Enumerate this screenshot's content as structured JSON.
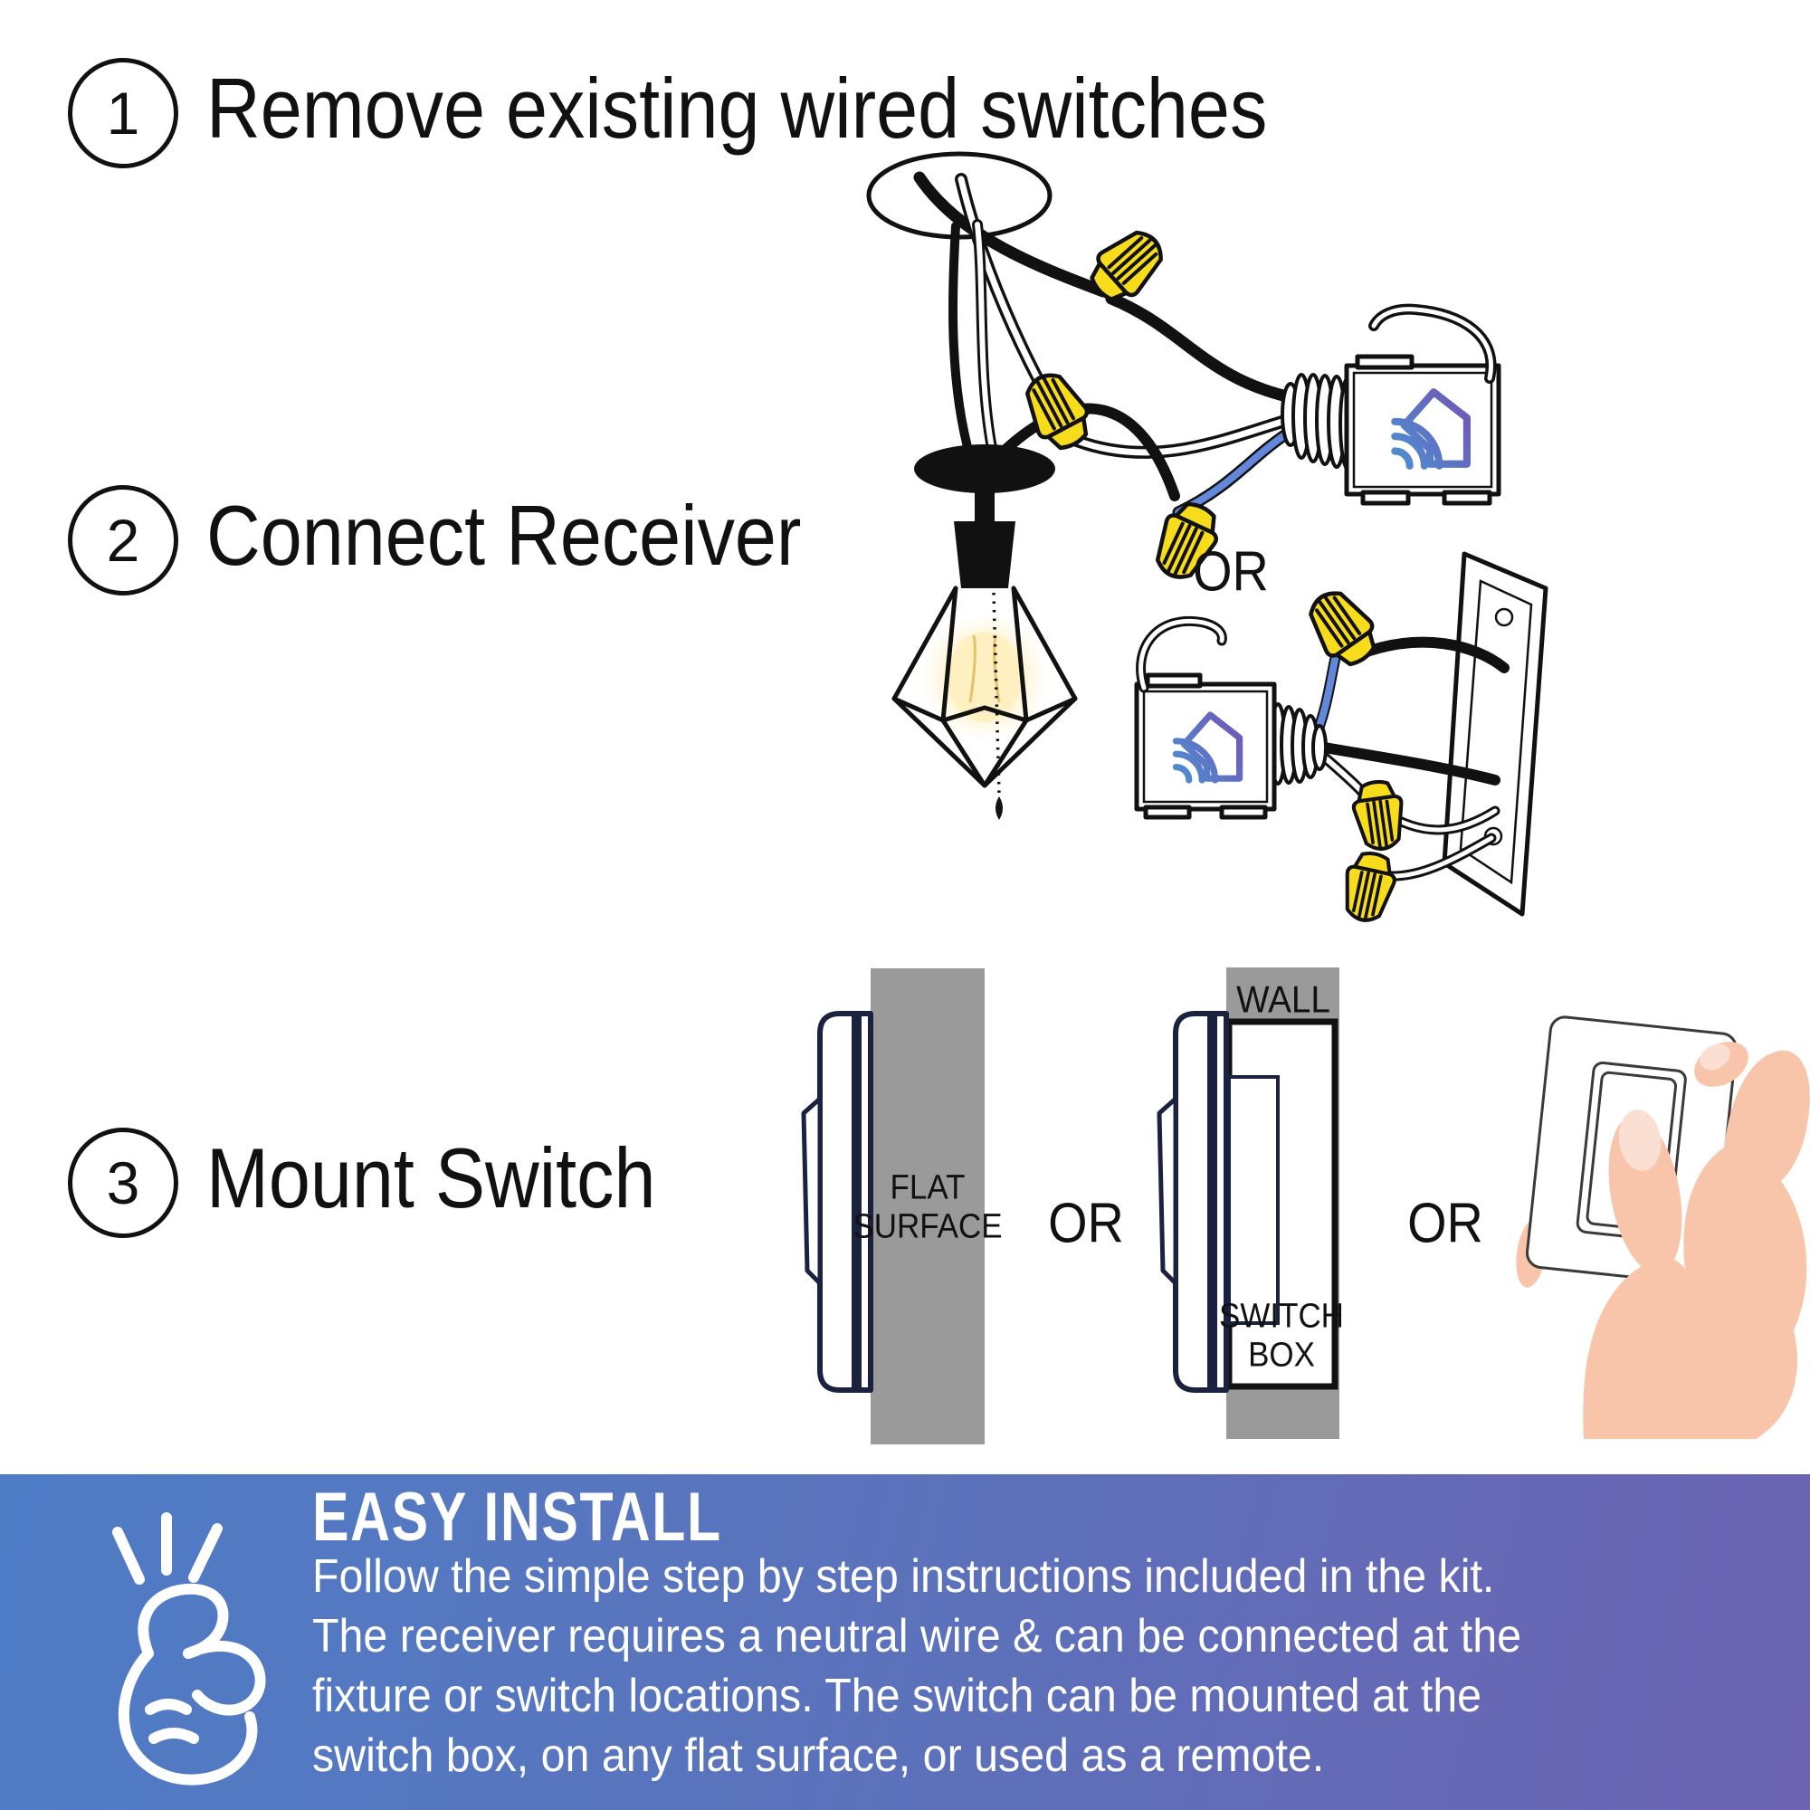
{
  "steps": [
    {
      "number": "1",
      "title": "Remove existing wired switches"
    },
    {
      "number": "2",
      "title": "Connect Receiver"
    },
    {
      "number": "3",
      "title": "Mount Switch"
    }
  ],
  "connect": {
    "or_label": "OR"
  },
  "mount": {
    "or_left": "OR",
    "or_right": "OR",
    "flat_line1": "FLAT",
    "flat_line2": "SURFACE",
    "wall_label": "WALL",
    "box_line1": "SWITCH",
    "box_line2": "BOX"
  },
  "banner": {
    "heading": "EASY INSTALL",
    "body_lines": [
      "Follow the simple step by step instructions included in the kit.",
      "The receiver requires a neutral wire & can be connected at the",
      "fixture or switch locations. The switch can be mounted at the",
      "switch box, on any flat surface, or used as a remote."
    ]
  },
  "icons": {
    "snap": "snap-fingers-icon",
    "logo": "smart-home-house-wifi-icon"
  },
  "colors": {
    "wire_nut_yellow": "#F7DC1B",
    "wire_blue": "#6287DB",
    "surface_gray": "#9A9A9A",
    "outline_navy": "#1B2240",
    "skin": "#F8C5AB",
    "nail": "#FBDFD2",
    "logo_blue": "#4D8FD1",
    "logo_purple": "#7058B8",
    "banner_blue": "#4E7DC6",
    "banner_purple": "#6C63B2",
    "bulb_glow": "#FFEFC0",
    "ink": "#111111"
  }
}
